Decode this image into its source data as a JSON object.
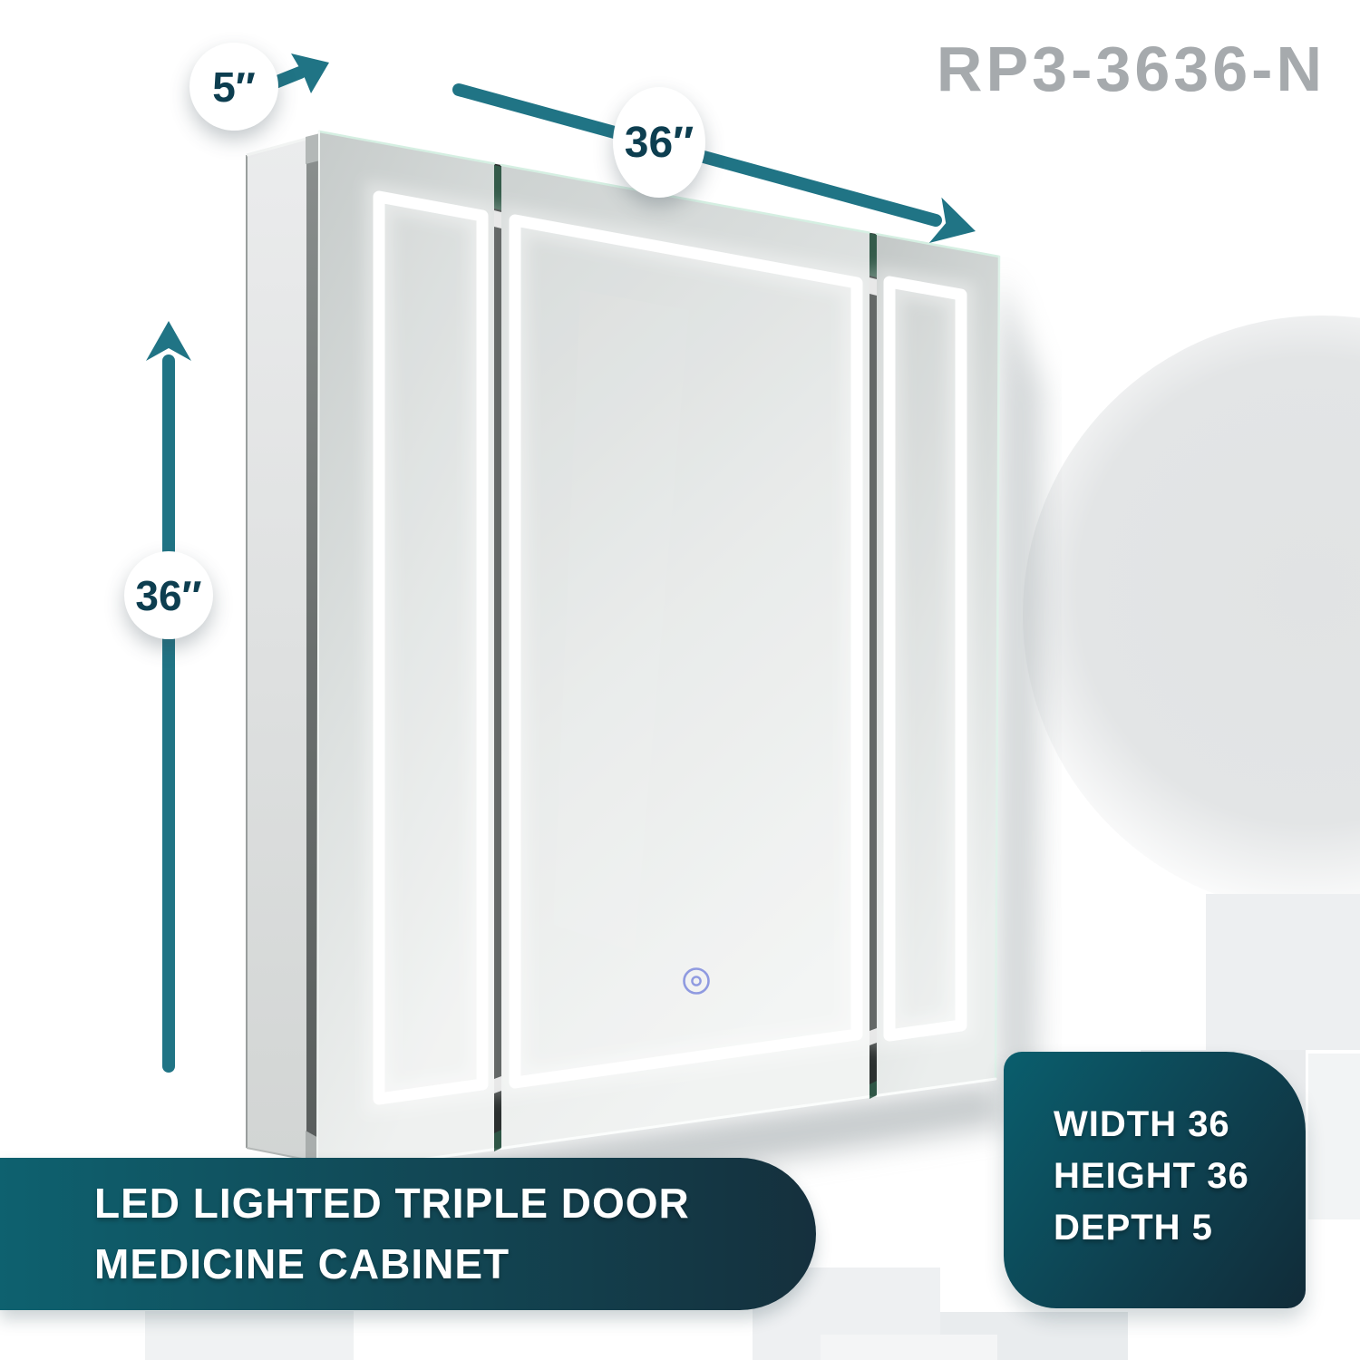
{
  "product": {
    "code": "RP3-3636-N",
    "name_line1": "LED LIGHTED TRIPLE DOOR",
    "name_line2": "MEDICINE CABINET"
  },
  "dimension_callouts": {
    "width": "36″",
    "height": "36″",
    "depth": "5″"
  },
  "spec_panel": {
    "width": "WIDTH 36",
    "height": "HEIGHT 36",
    "depth": "DEPTH 5"
  },
  "icons": {
    "width_arrow": "width-arrow-icon",
    "height_arrow": "height-arrow-icon",
    "depth_arrow": "depth-arrow-icon",
    "touch_sensor": "touch-sensor-icon"
  },
  "colors": {
    "accent_teal": "#207485",
    "banner_gradient": [
      "#0e616f",
      "#15303d"
    ],
    "spec_gradient": [
      "#0a5e6d",
      "#112b38"
    ],
    "badge_text": "#0d3e50",
    "product_code_text": "#a6aaad",
    "led_stripe": "#ffffff",
    "touch_icon": "#8f9ae0"
  }
}
